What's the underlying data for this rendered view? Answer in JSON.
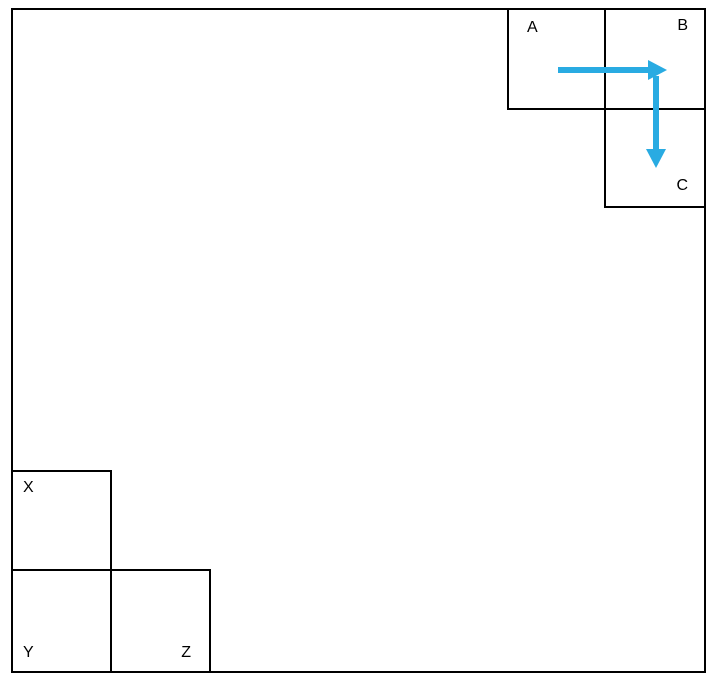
{
  "diagram": {
    "background": "#ffffff",
    "line_color": "#000000",
    "arrow_color": "#29ABE2",
    "boxes": [
      {
        "id": "A",
        "label": "A"
      },
      {
        "id": "B",
        "label": "B"
      },
      {
        "id": "C",
        "label": "C"
      },
      {
        "id": "X",
        "label": "X"
      },
      {
        "id": "Y",
        "label": "Y"
      },
      {
        "id": "Z",
        "label": "Z"
      }
    ],
    "arrows": [
      {
        "from": "A",
        "to": "B",
        "direction": "right"
      },
      {
        "from": "B",
        "to": "C",
        "direction": "down"
      }
    ]
  }
}
